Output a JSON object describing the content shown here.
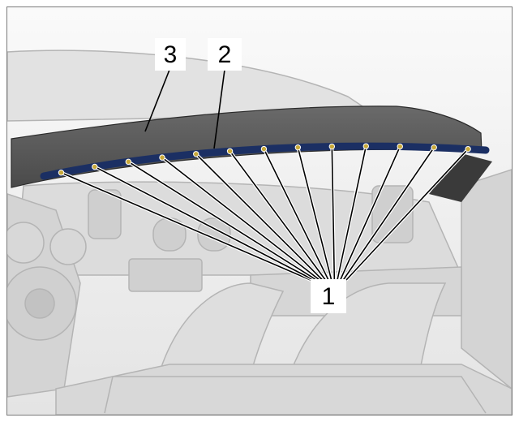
{
  "diagram": {
    "callouts": {
      "fasteners": "1",
      "seal_strip": "2",
      "top_cover": "3"
    },
    "colors": {
      "background": "#f2f2f2",
      "cover": "#5b5b5b",
      "seal_strip": "#1b2f63",
      "fastener": "#c8a93a",
      "line": "#000000"
    }
  }
}
